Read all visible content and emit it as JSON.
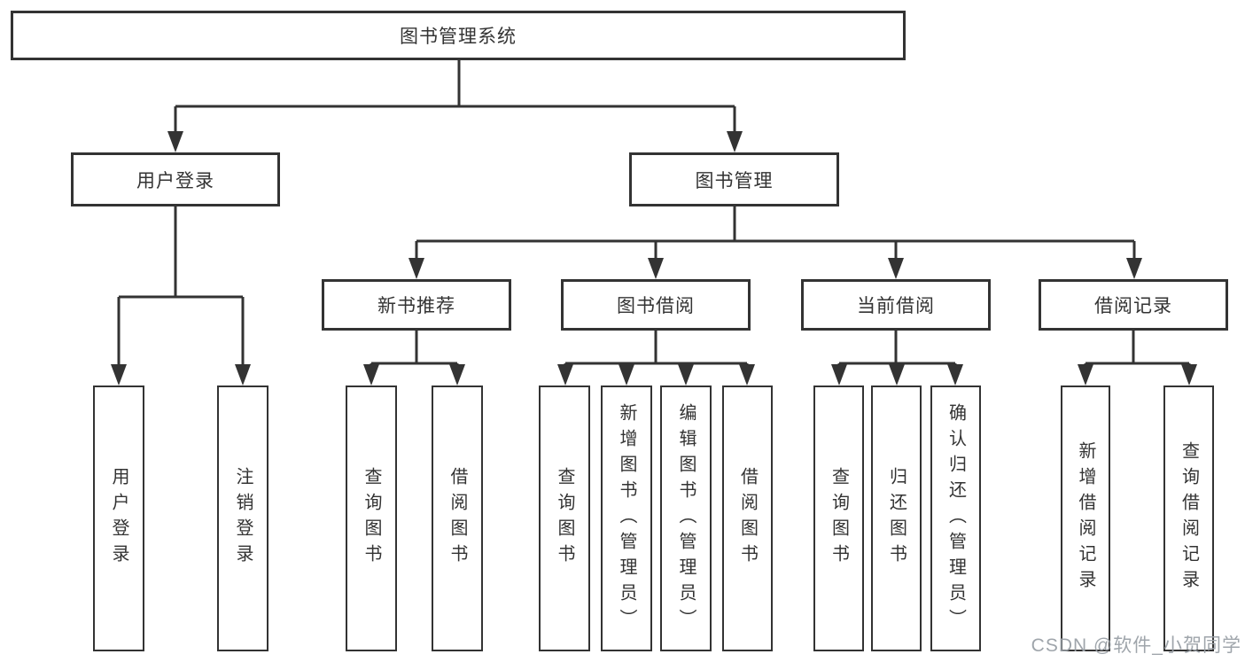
{
  "diagram": {
    "type": "tree",
    "root": {
      "label": "图书管理系统"
    },
    "level2": [
      {
        "label": "用户登录"
      },
      {
        "label": "图书管理"
      }
    ],
    "level3": [
      {
        "label": "新书推荐",
        "parent": "图书管理"
      },
      {
        "label": "图书借阅",
        "parent": "图书管理"
      },
      {
        "label": "当前借阅",
        "parent": "图书管理"
      },
      {
        "label": "借阅记录",
        "parent": "图书管理"
      }
    ],
    "leaves": [
      {
        "label": "用户登录",
        "parent": "用户登录"
      },
      {
        "label": "注销登录",
        "parent": "用户登录"
      },
      {
        "label": "查询图书",
        "parent": "新书推荐"
      },
      {
        "label": "借阅图书",
        "parent": "新书推荐"
      },
      {
        "label": "查询图书",
        "parent": "图书借阅"
      },
      {
        "label": "新增图书（管理员）",
        "parent": "图书借阅"
      },
      {
        "label": "编辑图书（管理员）",
        "parent": "图书借阅"
      },
      {
        "label": "借阅图书",
        "parent": "图书借阅"
      },
      {
        "label": "查询图书",
        "parent": "当前借阅"
      },
      {
        "label": "归还图书",
        "parent": "当前借阅"
      },
      {
        "label": "确认归还（管理员）",
        "parent": "当前借阅"
      },
      {
        "label": "新增借阅记录",
        "parent": "借阅记录"
      },
      {
        "label": "查询借阅记录",
        "parent": "借阅记录"
      }
    ],
    "colors": {
      "line": "#333333",
      "box_fill": "#ffffff",
      "text": "#333333"
    }
  },
  "watermark": {
    "text": "CSDN @软件_小贺同学",
    "color": "#9aa0a6"
  }
}
